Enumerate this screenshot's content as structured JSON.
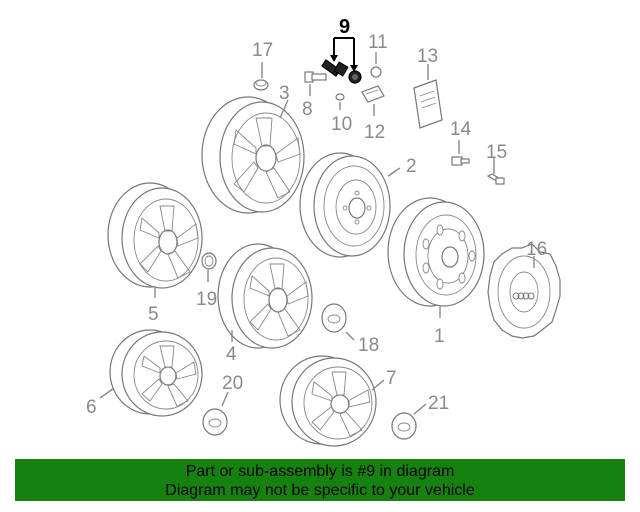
{
  "callouts": {
    "c1": "1",
    "c2": "2",
    "c3": "3",
    "c4": "4",
    "c5": "5",
    "c6": "6",
    "c7": "7",
    "c8": "8",
    "c9": "9",
    "c10": "10",
    "c11": "11",
    "c12": "12",
    "c13": "13",
    "c14": "14",
    "c15": "15",
    "c16": "16",
    "c17": "17",
    "c18": "18",
    "c19": "19",
    "c20": "20",
    "c21": "21"
  },
  "highlighted_part": "9",
  "colors": {
    "banner_bg": "#15820f",
    "label_gray": "#8a8a8a",
    "highlight": "#000000"
  },
  "banner": {
    "line1": "Part or sub-assembly is #9 in diagram",
    "line2": "Diagram may not be specific to your vehicle"
  }
}
